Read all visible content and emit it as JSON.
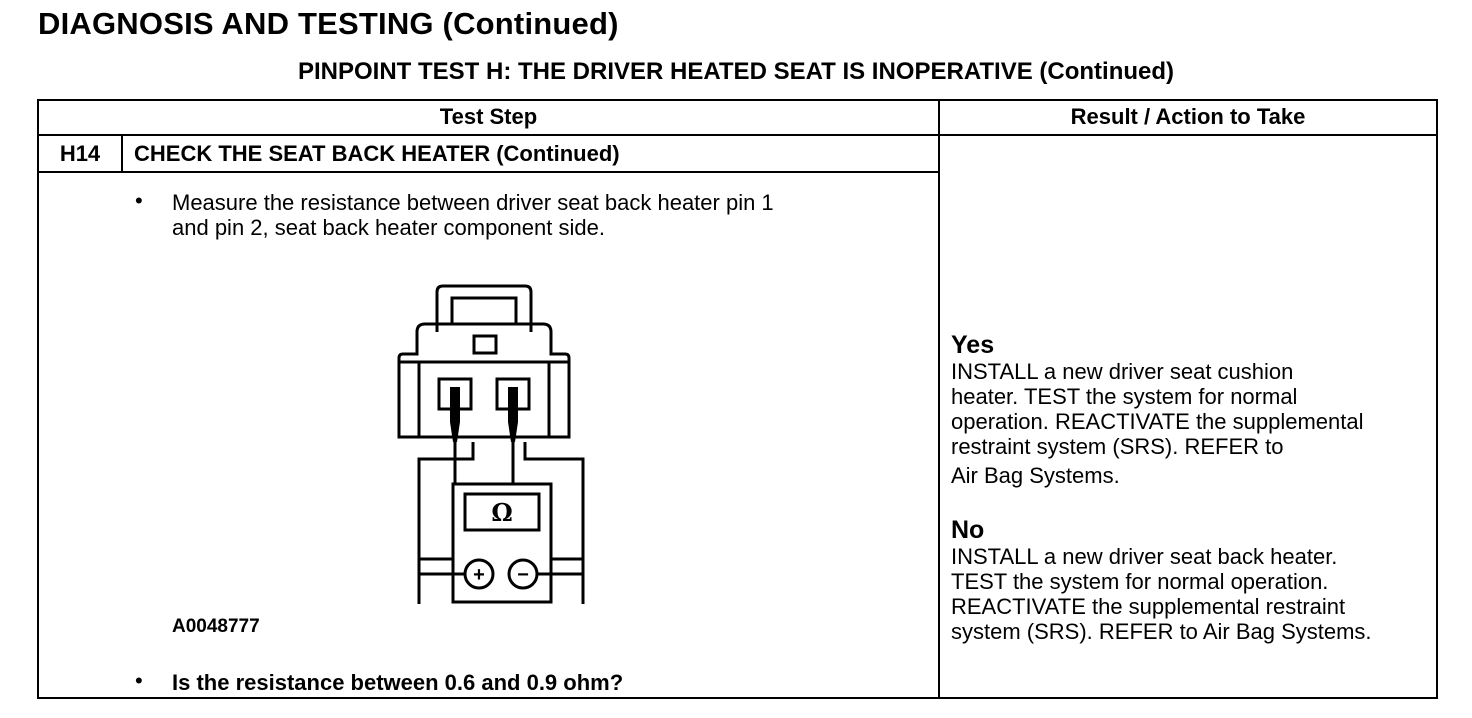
{
  "page_heading": "DIAGNOSIS AND TESTING (Continued)",
  "test_title": "PINPOINT TEST  H: THE DRIVER HEATED SEAT IS INOPERATIVE (Continued)",
  "table": {
    "header_step": "Test Step",
    "header_result": "Result / Action to Take",
    "step_id": "H14",
    "step_title": "CHECK THE SEAT BACK HEATER (Continued)",
    "bullet": "•",
    "instruction_line1": "Measure the resistance between driver seat back heater pin 1",
    "instruction_line2": "and pin 2, seat back heater component side.",
    "figure_id": "A0048777",
    "question": "Is the resistance between 0.6 and 0.9 ohm?",
    "meter_symbol": "Ω",
    "meter_plus": "+",
    "meter_minus": "−"
  },
  "results": {
    "yes_label": "Yes",
    "yes_line1": "INSTALL a new driver seat cushion",
    "yes_line2": "heater. TEST the system for normal",
    "yes_line3": "operation. REACTIVATE the supplemental",
    "yes_line4": "restraint system (SRS). REFER to",
    "yes_line5": "Air Bag Systems.",
    "no_label": "No",
    "no_line1": "INSTALL a new driver seat back heater.",
    "no_line2": "TEST the system for normal operation.",
    "no_line3": "REACTIVATE the supplemental restraint",
    "no_line4": "system (SRS). REFER to Air Bag Systems."
  }
}
